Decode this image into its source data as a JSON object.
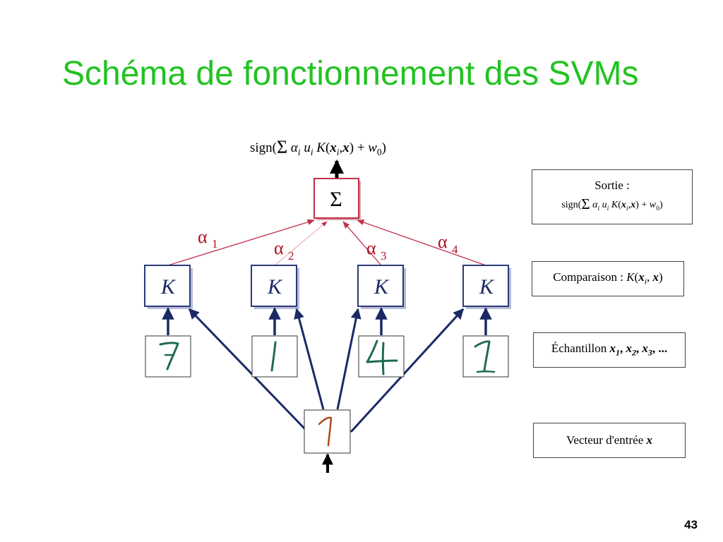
{
  "slide": {
    "title": "Schéma de fonctionnement des SVMs",
    "number": "43"
  },
  "diagram": {
    "output_formula": {
      "prefix": "sign(",
      "sigma": "Σ",
      "alpha": "α",
      "i": "i",
      "u": "u",
      "K": "K",
      "open": "(",
      "x": "x",
      "comma": ",",
      "close_plus": ") + ",
      "w": "w",
      "zero": "0",
      "end": ")"
    },
    "sum_symbol": "Σ",
    "kernel_label": "K",
    "alpha_labels": [
      {
        "symbol": "α",
        "index": "1"
      },
      {
        "symbol": "α",
        "index": "2"
      },
      {
        "symbol": "α",
        "index": "3"
      },
      {
        "symbol": "α",
        "index": "4"
      }
    ],
    "samples": [
      "7",
      "1",
      "4",
      "1"
    ],
    "input_sample": "1"
  },
  "legend": {
    "sortie": {
      "label": "Sortie :",
      "prefix": "sign(",
      "sigma": "Σ",
      "alpha": "α",
      "i": "i",
      "u": "u",
      "K": "K",
      "open": "(",
      "x": "x",
      "comma": ",",
      "close_plus": ") + ",
      "w": "w",
      "zero": "0",
      "end": ")"
    },
    "comparaison": {
      "label": "Comparaison : ",
      "K": "K",
      "open": "(",
      "x": "x",
      "i": "i",
      "comma": ", ",
      "end": ")"
    },
    "echantillon": {
      "label": "Échantillon ",
      "x": "x",
      "s1": "1",
      "s2": "2",
      "s3": "3",
      "sep": ", ",
      "ellipsis": ", ..."
    },
    "vecteur": {
      "label": "Vecteur d'entrée ",
      "x": "x"
    }
  },
  "colors": {
    "title": "#22c322",
    "sum_border": "#c0304a",
    "alpha_color": "#b01020",
    "kernel_border": "#2a3a7a",
    "arrow_navy": "#1a2a66",
    "ink_green": "#1f6b50",
    "ink_red": "#b04818"
  }
}
